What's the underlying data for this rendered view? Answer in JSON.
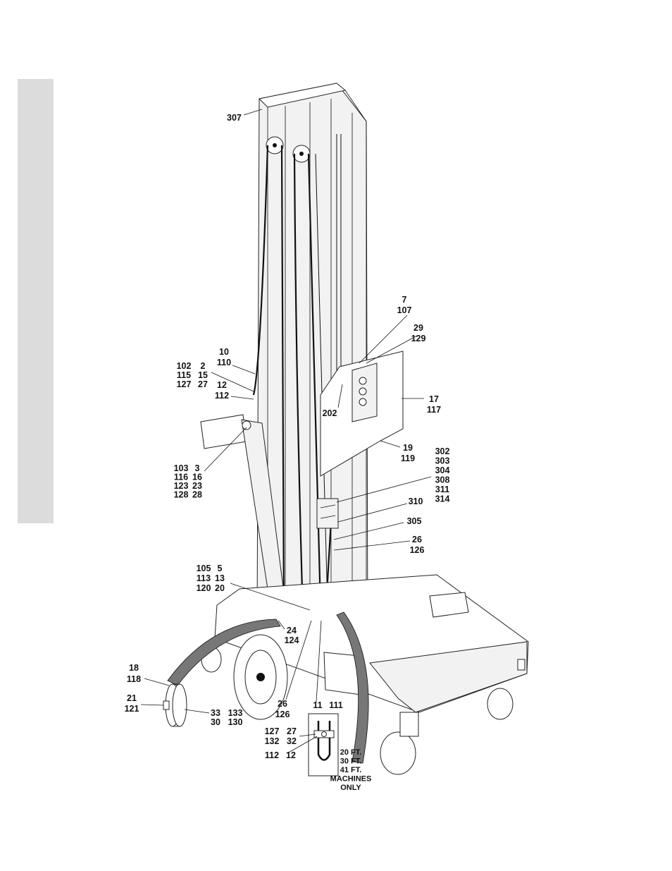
{
  "diagram": {
    "callouts": [
      {
        "id": "c307",
        "lines": [
          "307"
        ]
      },
      {
        "id": "c7",
        "lines": [
          "7",
          "107"
        ]
      },
      {
        "id": "c29",
        "lines": [
          "29",
          "129"
        ]
      },
      {
        "id": "c10",
        "lines": [
          "10",
          "110"
        ]
      },
      {
        "id": "c102",
        "lines": [
          "102",
          "115",
          "127"
        ]
      },
      {
        "id": "c2",
        "lines": [
          "2",
          "15",
          "27"
        ]
      },
      {
        "id": "c12a",
        "lines": [
          "12",
          "112"
        ]
      },
      {
        "id": "c17",
        "lines": [
          "17",
          "117"
        ]
      },
      {
        "id": "c202",
        "lines": [
          "202"
        ]
      },
      {
        "id": "c19",
        "lines": [
          "19",
          "119"
        ]
      },
      {
        "id": "c302",
        "lines": [
          "302",
          "303",
          "304",
          "308",
          "311",
          "314"
        ]
      },
      {
        "id": "c103",
        "lines": [
          "103",
          "116",
          "123",
          "128"
        ]
      },
      {
        "id": "c3",
        "lines": [
          "3",
          "16",
          "23",
          "28"
        ]
      },
      {
        "id": "c310",
        "lines": [
          "310"
        ]
      },
      {
        "id": "c305",
        "lines": [
          "305"
        ]
      },
      {
        "id": "c26a",
        "lines": [
          "26",
          "126"
        ]
      },
      {
        "id": "c105",
        "lines": [
          "105",
          "113",
          "120"
        ]
      },
      {
        "id": "c5",
        "lines": [
          "5",
          "13",
          "20"
        ]
      },
      {
        "id": "c24",
        "lines": [
          "24",
          "124"
        ]
      },
      {
        "id": "c18",
        "lines": [
          "18",
          "118"
        ]
      },
      {
        "id": "c21",
        "lines": [
          "21",
          "121"
        ]
      },
      {
        "id": "c33",
        "lines": [
          "33",
          "30"
        ]
      },
      {
        "id": "c133",
        "lines": [
          "133",
          "130"
        ]
      },
      {
        "id": "c26b",
        "lines": [
          "26",
          "126"
        ]
      },
      {
        "id": "c11",
        "lines": [
          "11"
        ]
      },
      {
        "id": "c111",
        "lines": [
          "111"
        ]
      },
      {
        "id": "c127",
        "lines": [
          "127",
          "132"
        ]
      },
      {
        "id": "c27",
        "lines": [
          "27",
          "32"
        ]
      },
      {
        "id": "c112",
        "lines": [
          "112"
        ]
      },
      {
        "id": "c12b",
        "lines": [
          "12"
        ]
      }
    ],
    "note_lines": [
      "20 FT.",
      "30 FT.",
      "41 FT.",
      "MACHINES",
      "ONLY"
    ]
  }
}
